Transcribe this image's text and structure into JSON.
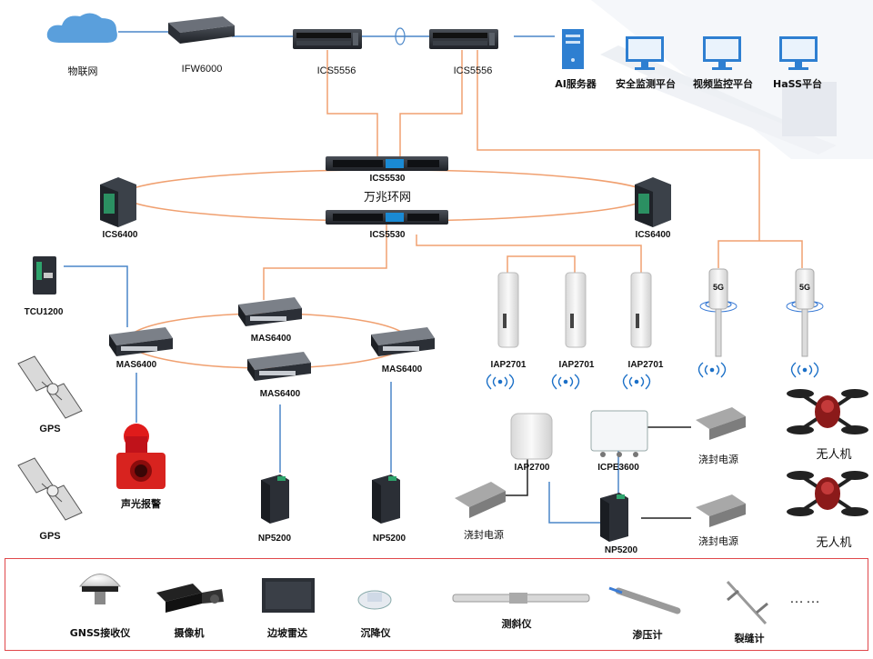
{
  "core": {
    "iot": "物联网",
    "firewall": "IFW6000",
    "ics5556_left": "ICS5556",
    "ics5556_right": "ICS5556",
    "ics5530_top": "ICS5530",
    "ring_label": "万兆环网",
    "ics5530_bottom": "ICS5530",
    "ics6400_left": "ICS6400",
    "ics6400_right": "ICS6400"
  },
  "platforms": {
    "ai_server": "AI服务器",
    "safety": "安全监测平台",
    "video": "视频监控平台",
    "hass": "HaSS平台"
  },
  "access": {
    "tcu": "TCU1200",
    "mas_left": "MAS6400",
    "mas_top": "MAS6400",
    "mas_right": "MAS6400",
    "mas_bottom": "MAS6400",
    "gps1": "GPS",
    "gps2": "GPS",
    "alarm": "声光报警",
    "np_a": "NP5200",
    "np_b": "NP5200"
  },
  "wireless": {
    "iap1": "IAP2701",
    "iap2": "IAP2701",
    "iap3": "IAP2701",
    "iap2700": "IAP2700",
    "icpe": "ICPE3600",
    "np_c": "NP5200",
    "power1": "浇封电源",
    "power2": "浇封电源",
    "power3": "浇封电源",
    "drone1": "无人机",
    "drone2": "无人机",
    "fiveg": "5G"
  },
  "sensors": {
    "gnss": "GNSS接收仪",
    "camera": "摄像机",
    "radar": "边坡雷达",
    "settle": "沉降仪",
    "incline": "测斜仪",
    "piezo": "渗压计",
    "crack": "裂缝计",
    "more": "……"
  },
  "colors": {
    "fiber": "#f0a070",
    "copper": "#4a86c8",
    "device": "#2b2f36",
    "drone_body": "#8b1a1a"
  }
}
